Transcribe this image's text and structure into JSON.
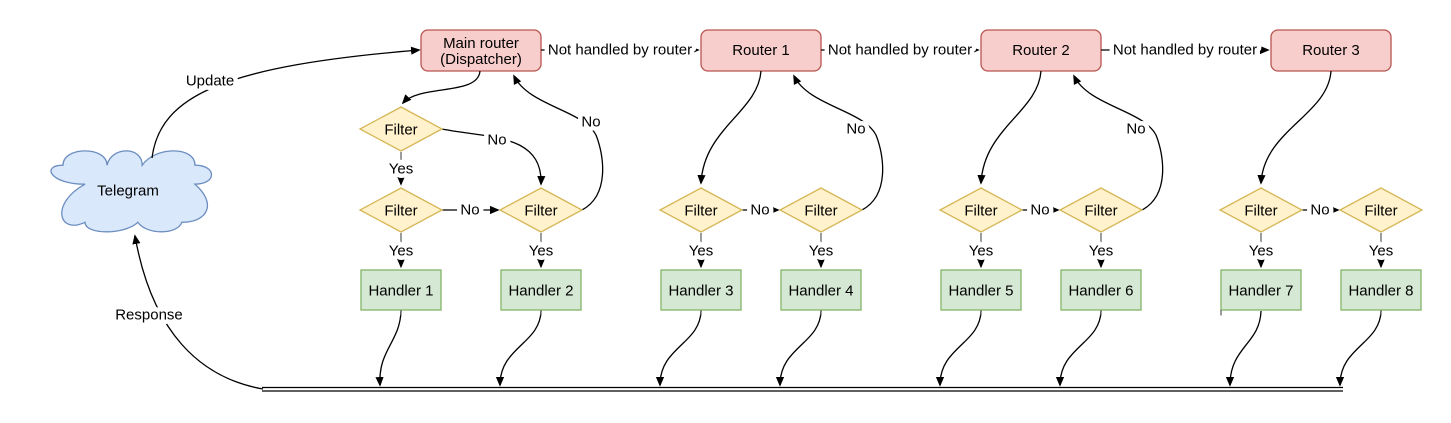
{
  "diagram": {
    "nodes": {
      "telegram": "Telegram",
      "main_router": {
        "line1": "Main router",
        "line2": "(Dispatcher)"
      },
      "routers": [
        "Router 1",
        "Router 2",
        "Router 3"
      ],
      "filter": "Filter",
      "handlers": [
        "Handler 1",
        "Handler 2",
        "Handler 3",
        "Handler 4",
        "Handler 5",
        "Handler 6",
        "Handler 7",
        "Handler 8"
      ]
    },
    "edge_labels": {
      "update": "Update",
      "response": "Response",
      "not_handled_by_router": "Not handled by router",
      "yes": "Yes",
      "no": "No"
    },
    "colors": {
      "router_fill": "#f8cecc",
      "router_stroke": "#b85450",
      "filter_fill": "#fff2cc",
      "filter_stroke": "#d6b656",
      "handler_fill": "#d5e8d4",
      "handler_stroke": "#82b366",
      "cloud_fill": "#dae8fc",
      "cloud_stroke": "#6c8ebf",
      "connector": "#000000",
      "connector_stub": "#666666",
      "background": "#ffffff"
    }
  }
}
